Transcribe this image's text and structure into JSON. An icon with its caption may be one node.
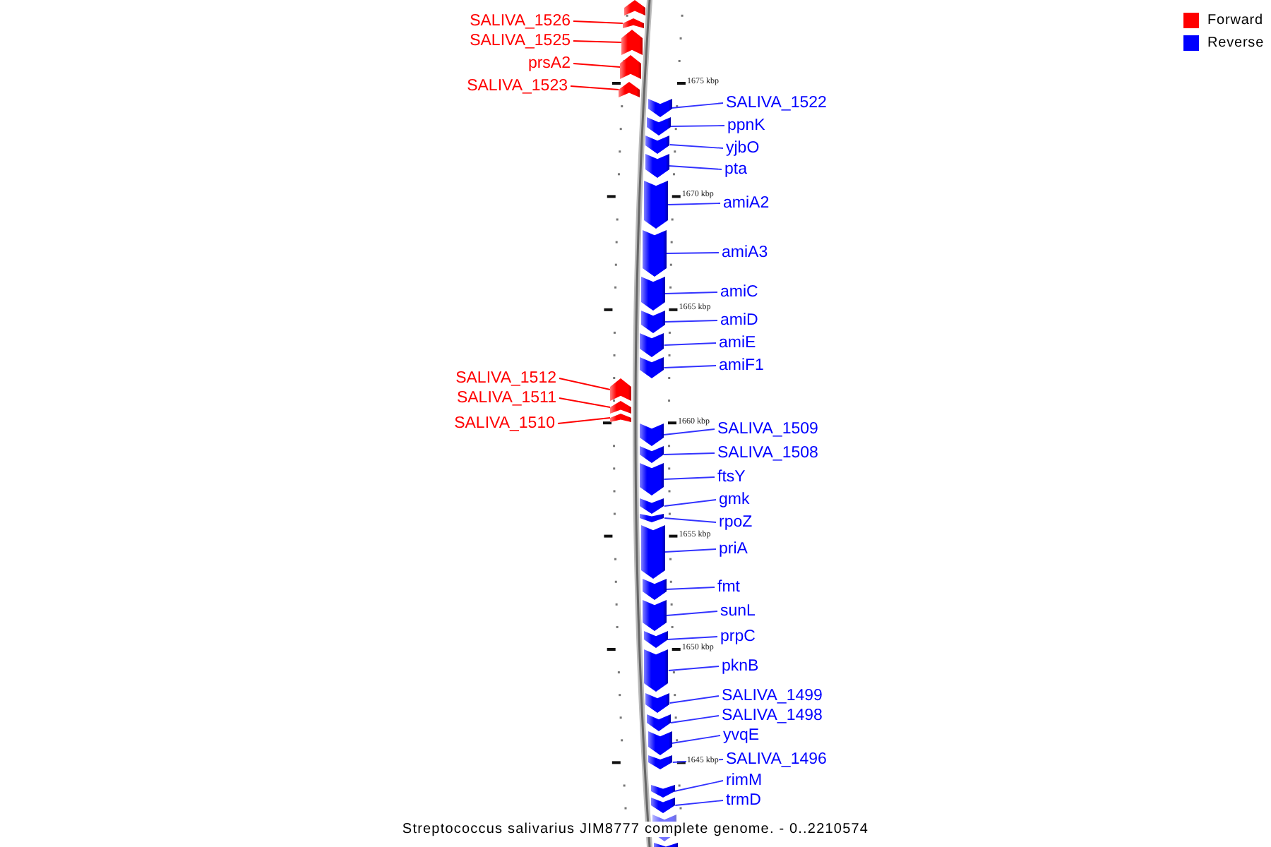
{
  "diagram": {
    "caption": "Streptococcus salivarius JIM8777 complete genome. - 0..2210574",
    "nodes": [
      {
        "text": [],
        "shape": "pentagon"
      },
      {
        "text": [],
        "shape": "pentagon"
      },
      {
        "text": [],
        "shape": "pentagon"
      },
      {
        "text": [],
        "shape": "pentagon"
      },
      {
        "text": [],
        "shape": "pentagon"
      },
      {
        "text": [],
        "shape": "pentagon"
      },
      {
        "text": [],
        "shape": "pentagon"
      },
      {
        "text": [],
        "shape": "pentagon"
      },
      {
        "text": [],
        "shape": "pentagon"
      },
      {
        "text": [],
        "shape": "pentagon"
      },
      {
        "text": [],
        "shape": "pentagon"
      },
      {
        "text": [],
        "shape": "pentagon"
      },
      {
        "text": [],
        "shape": "pentagon"
      },
      {
        "text": [],
        "shape": "pentagon"
      },
      {
        "text": [],
        "shape": "pentagon"
      },
      {
        "text": [],
        "shape": "pentagon"
      },
      {
        "text": [],
        "shape": "pentagon"
      },
      {
        "text": [],
        "shape": "pentagon"
      },
      {
        "text": [],
        "shape": "pentagon"
      },
      {
        "text": [],
        "shape": "pentagon"
      },
      {
        "text": [],
        "shape": "pentagon"
      },
      {
        "text": [],
        "shape": "pentagon"
      },
      {
        "text": [],
        "shape": "pentagon"
      },
      {
        "text": [],
        "shape": "pentagon"
      },
      {
        "text": [],
        "shape": "pentagon"
      },
      {
        "text": [],
        "shape": "pentagon"
      },
      {
        "text": [],
        "shape": "pentagon"
      },
      {
        "text": [],
        "shape": "pentagon"
      },
      {
        "text": [],
        "shape": "pentagon"
      },
      {
        "text": [],
        "shape": "pentagon"
      },
      {
        "text": [],
        "shape": "pentagon"
      },
      {
        "text": [],
        "shape": "pentagon"
      },
      {
        "text": [],
        "shape": "pentagon"
      },
      {
        "text": [],
        "shape": "pentagon"
      },
      {
        "text": [],
        "shape": "pentagon"
      },
      {
        "text": [],
        "shape": "pentagon"
      },
      {
        "text": [
          "SALIVA_1526"
        ]
      },
      {
        "text": [
          "SALIVA_1525"
        ]
      },
      {
        "text": [
          "prsA2"
        ]
      },
      {
        "text": [
          "SALIVA_1523"
        ]
      },
      {
        "text": [
          "SALIVA_1522"
        ]
      },
      {
        "text": [
          "ppnK"
        ]
      },
      {
        "text": [
          "yjbO"
        ]
      },
      {
        "text": [
          "pta"
        ]
      },
      {
        "text": [
          "amiA2"
        ]
      },
      {
        "text": [
          "amiA3"
        ]
      },
      {
        "text": [
          "amiC"
        ]
      },
      {
        "text": [
          "amiD"
        ]
      },
      {
        "text": [
          "amiE"
        ]
      },
      {
        "text": [
          "amiF1"
        ]
      },
      {
        "text": [
          "SALIVA_1512"
        ]
      },
      {
        "text": [
          "SALIVA_1511"
        ]
      },
      {
        "text": [
          "SALIVA_1510"
        ]
      },
      {
        "text": [
          "SALIVA_1509"
        ]
      },
      {
        "text": [
          "SALIVA_1508"
        ]
      },
      {
        "text": [
          "ftsY"
        ]
      },
      {
        "text": [
          "gmk"
        ]
      },
      {
        "text": [
          "rpoZ"
        ]
      },
      {
        "text": [
          "priA"
        ]
      },
      {
        "text": [
          "fmt"
        ]
      },
      {
        "text": [
          "sunL"
        ]
      },
      {
        "text": [
          "prpC"
        ]
      },
      {
        "text": [
          "pknB"
        ]
      },
      {
        "text": [
          "SALIVA_1499"
        ]
      },
      {
        "text": [
          "SALIVA_1498"
        ]
      },
      {
        "text": [
          "yvqE"
        ]
      },
      {
        "text": [
          "SALIVA_1496"
        ]
      },
      {
        "text": [
          "rimM"
        ]
      },
      {
        "text": [
          "trmD"
        ]
      }
    ],
    "edges": [
      {
        "from": 36,
        "to": 1,
        "arrow": "none",
        "color": "#ff0000"
      },
      {
        "from": 37,
        "to": 2,
        "arrow": "none",
        "color": "#ff0000"
      },
      {
        "from": 38,
        "to": 3,
        "arrow": "none",
        "color": "#ff0000"
      },
      {
        "from": 39,
        "to": 4,
        "arrow": "none",
        "color": "#ff0000"
      },
      {
        "from": 40,
        "to": 5,
        "arrow": "none"
      },
      {
        "from": 41,
        "to": 6,
        "arrow": "none"
      },
      {
        "from": 42,
        "to": 7,
        "arrow": "none"
      },
      {
        "from": 43,
        "to": 8,
        "arrow": "none"
      },
      {
        "from": 44,
        "to": 9,
        "arrow": "none"
      },
      {
        "from": 45,
        "to": 10,
        "arrow": "none"
      },
      {
        "from": 46,
        "to": 11,
        "arrow": "none"
      },
      {
        "from": 47,
        "to": 12,
        "arrow": "none"
      },
      {
        "from": 48,
        "to": 13,
        "arrow": "none"
      },
      {
        "from": 49,
        "to": 14,
        "arrow": "none"
      },
      {
        "from": 50,
        "to": 15,
        "arrow": "none",
        "color": "#ff0000"
      },
      {
        "from": 51,
        "to": 16,
        "arrow": "none",
        "color": "#ff0000"
      },
      {
        "from": 52,
        "to": 17,
        "arrow": "none",
        "color": "#ff0000"
      },
      {
        "from": 53,
        "to": 18,
        "arrow": "none"
      },
      {
        "from": 54,
        "to": 19,
        "arrow": "none"
      },
      {
        "from": 55,
        "to": 20,
        "arrow": "none"
      },
      {
        "from": 56,
        "to": 21,
        "arrow": "none"
      },
      {
        "from": 57,
        "to": 22,
        "arrow": "none"
      },
      {
        "from": 58,
        "to": 23,
        "arrow": "none"
      },
      {
        "from": 59,
        "to": 24,
        "arrow": "none"
      },
      {
        "from": 60,
        "to": 25,
        "arrow": "none"
      },
      {
        "from": 61,
        "to": 26,
        "arrow": "none"
      },
      {
        "from": 62,
        "to": 27,
        "arrow": "none"
      },
      {
        "from": 63,
        "to": 28,
        "arrow": "none"
      },
      {
        "from": 64,
        "to": 29,
        "arrow": "none"
      },
      {
        "from": 65,
        "to": 30,
        "arrow": "none"
      },
      {
        "from": 66,
        "to": 31,
        "arrow": "none"
      },
      {
        "from": 67,
        "to": 32,
        "arrow": "none"
      },
      {
        "from": 68,
        "to": 33,
        "arrow": "none"
      }
    ],
    "labels": [
      "1675 kbp",
      "1670 kbp",
      "1665 kbp",
      "1660 kbp",
      "1655 kbp",
      "1650 kbp",
      "1645 kbp"
    ],
    "legend": [
      {
        "text": "Forward",
        "color": "#ff0000"
      },
      {
        "text": "Reverse",
        "color": "#0000ff"
      }
    ]
  }
}
